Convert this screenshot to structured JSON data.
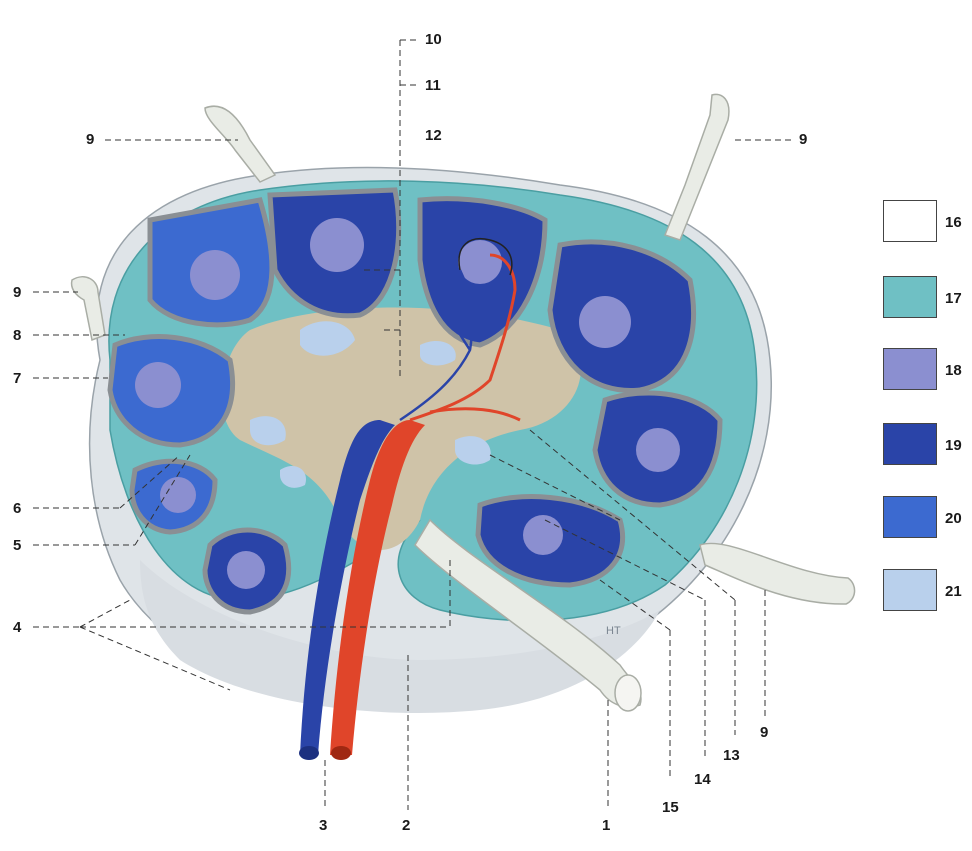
{
  "labels": {
    "l1": "1",
    "l2": "2",
    "l3": "3",
    "l4": "4",
    "l5": "5",
    "l6": "6",
    "l7": "7",
    "l8": "8",
    "l9": "9",
    "l10": "10",
    "l11": "11",
    "l12": "12",
    "l13": "13",
    "l14": "14",
    "l15": "15"
  },
  "legend": [
    {
      "num": "16",
      "color": "#ffffff"
    },
    {
      "num": "17",
      "color": "#6fc0c4"
    },
    {
      "num": "18",
      "color": "#8b8fd0"
    },
    {
      "num": "19",
      "color": "#2a44a8"
    },
    {
      "num": "20",
      "color": "#3c6ad0"
    },
    {
      "num": "21",
      "color": "#b9d0ec"
    }
  ],
  "annotation": "HT"
}
